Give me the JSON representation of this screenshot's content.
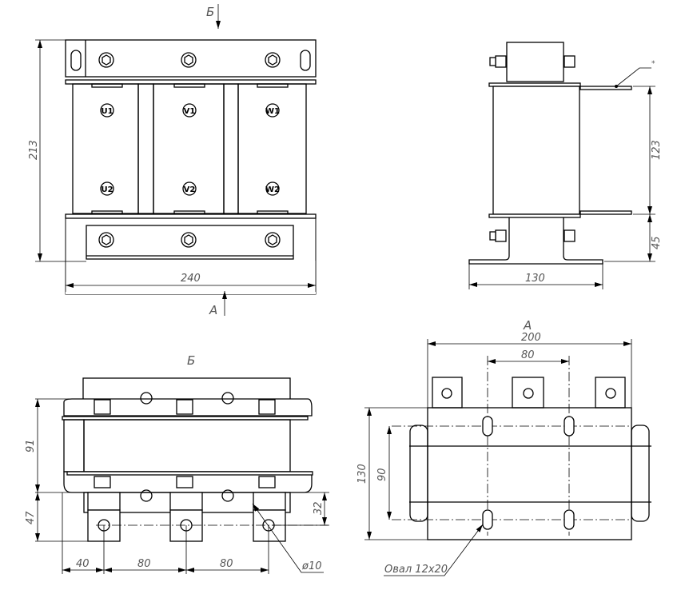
{
  "views": {
    "front": {
      "section_mark_top": "Б",
      "section_mark_bottom": "А",
      "height_dim": "213",
      "width_dim": "240",
      "terminals": [
        "U1",
        "V1",
        "W1",
        "U2",
        "V2",
        "W2"
      ]
    },
    "side": {
      "coil_height_dim": "123",
      "base_height_dim": "45",
      "base_width_dim": "130",
      "note_mark": "*"
    },
    "view_b": {
      "title": "Б",
      "height_dim": "91",
      "base_dim": "47",
      "offset_dim": "40",
      "pitch_dim_1": "80",
      "pitch_dim_2": "80",
      "hole_height_dim": "32",
      "hole_diameter": "ø10"
    },
    "view_a": {
      "title": "А",
      "width_dim": "200",
      "hole_pitch_dim": "80",
      "height_dim": "130",
      "hole_vertical_dim": "90",
      "oval_note": "Овал 12х20"
    }
  }
}
